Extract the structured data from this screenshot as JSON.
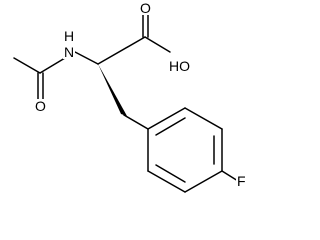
{
  "molecule": {
    "atom_labels": {
      "nitrogen_h": "H",
      "nitrogen": "N",
      "acetyl_oxygen": "O",
      "carbonyl_oxygen": "O",
      "hydroxyl": "HO",
      "fluorine": "F"
    }
  }
}
